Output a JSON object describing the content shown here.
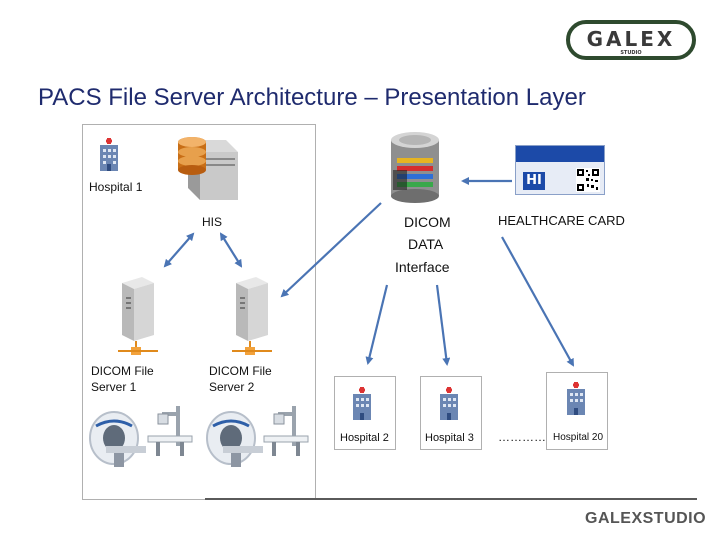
{
  "logo": {
    "text": "GALEX",
    "sub": "STUDIO"
  },
  "title": "PACS File Server Architecture – Presentation Layer",
  "labels": {
    "hospital1": "Hospital 1",
    "his": "HIS",
    "dicom_data_1": "DICOM",
    "dicom_data_2": "DATA",
    "dicom_data_3": "Interface",
    "healthcare_card": "HEALTHCARE CARD",
    "fs1_line1": "DICOM File",
    "fs1_line2": "Server 1",
    "fs2_line1": "DICOM File",
    "fs2_line2": "Server 2",
    "hospital2": "Hospital 2",
    "hospital3": "Hospital 3",
    "ellipsis": "…………",
    "hospital20": "Hospital 20"
  },
  "card": {
    "logo": "HI"
  },
  "footer": "GALEXSTUDIO",
  "colors": {
    "title": "#1f2b6e",
    "arrow": "#4a74b4",
    "logo_border": "#2e4a2e"
  },
  "icons": [
    "hospital-icon",
    "database-server-icon",
    "dicom-database-icon",
    "healthcare-card-icon",
    "file-server-icon",
    "ct-scanner-icon",
    "x-ray-machine-icon"
  ]
}
